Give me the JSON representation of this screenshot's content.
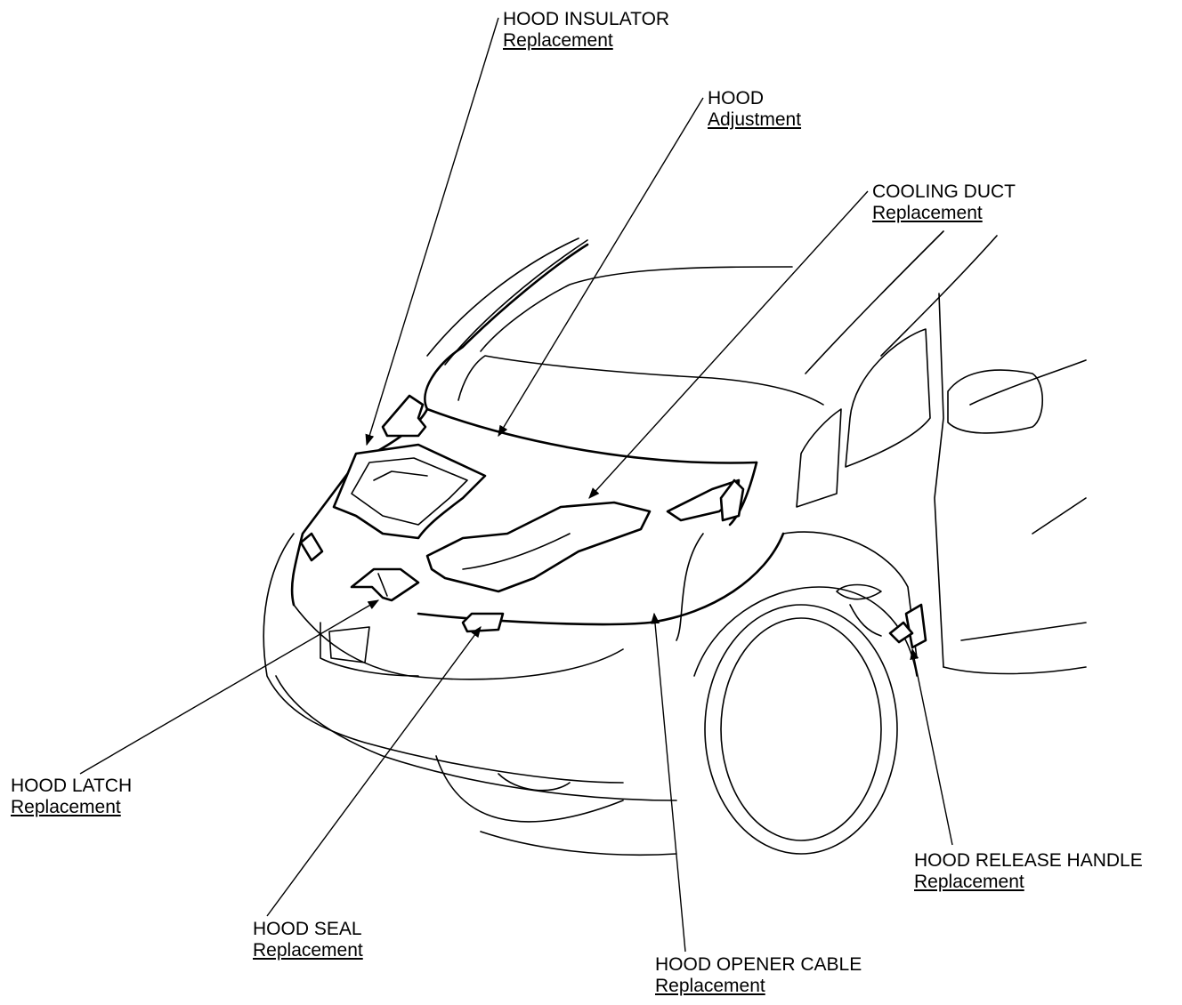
{
  "callouts": {
    "hood_insulator": {
      "title": "HOOD INSULATOR",
      "link": "Replacement"
    },
    "hood": {
      "title": "HOOD",
      "link": "Adjustment"
    },
    "cooling_duct": {
      "title": "COOLING DUCT",
      "link": "Replacement"
    },
    "hood_latch": {
      "title": "HOOD LATCH",
      "link": "Replacement"
    },
    "hood_seal": {
      "title": "HOOD SEAL",
      "link": "Replacement"
    },
    "hood_opener_cable": {
      "title": "HOOD OPENER CABLE",
      "link": "Replacement"
    },
    "hood_release_handle": {
      "title": "HOOD RELEASE HANDLE",
      "link": "Replacement"
    }
  }
}
